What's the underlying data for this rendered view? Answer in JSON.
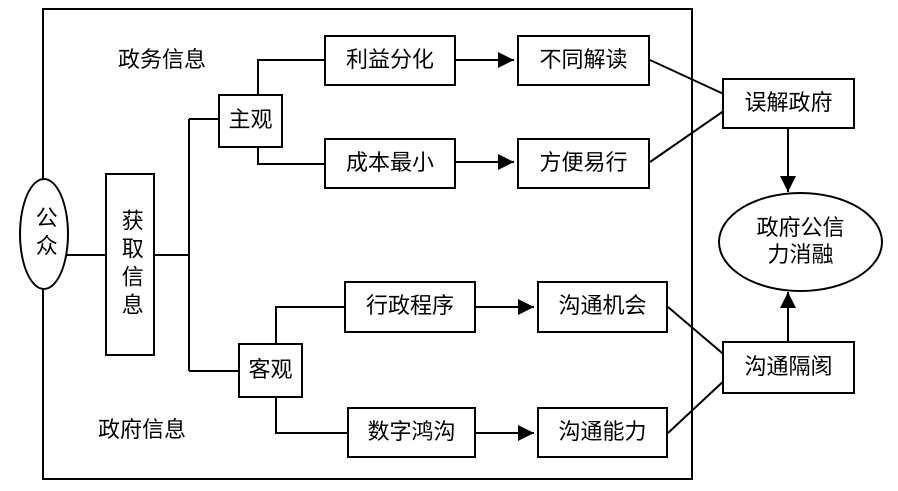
{
  "diagram": {
    "nodes": {
      "public": "公众",
      "get_info": "获取信息",
      "subjective": "主观",
      "objective": "客观",
      "interest_split": "利益分化",
      "cost_min": "成本最小",
      "admin_procedure": "行政程序",
      "digital_gap": "数字鸿沟",
      "diff_reading": "不同解读",
      "convenient": "方便易行",
      "comm_chance": "沟通机会",
      "comm_ability": "沟通能力",
      "misunderstand": "误解政府",
      "comm_barrier": "沟通隔阂",
      "credibility_loss": "政府公信力消融"
    },
    "labels": {
      "gov_affairs_info": "政务信息",
      "gov_info": "政府信息"
    }
  }
}
